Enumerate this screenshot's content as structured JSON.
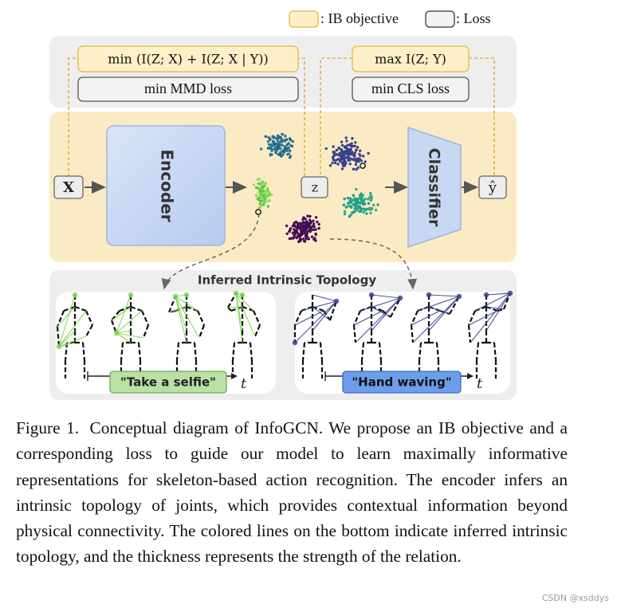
{
  "legend": {
    "ib_label": ": IB objective",
    "loss_label": ": Loss"
  },
  "objectives": {
    "min_formula": "min (I(Z; X) + I(Z; X | Y))",
    "max_formula": "max I(Z; Y)",
    "mmd_loss": "min MMD loss",
    "cls_loss": "min CLS loss"
  },
  "pipeline": {
    "input": "X",
    "encoder": "Encoder",
    "latent": "z",
    "classifier": "Classifier",
    "output": "ŷ"
  },
  "topology": {
    "title": "Inferred Intrinsic Topology",
    "left_action": "\"Take a selfie\"",
    "right_action": "\"Hand waving\"",
    "time_symbol": "t"
  },
  "caption": {
    "label": "Figure 1.",
    "text": "Conceptual diagram of InfoGCN. We propose an IB objective and a corresponding loss to guide our model to learn maximally informative representations for skeleton-based action recognition. The encoder infers an intrinsic topology of joints, which provides contextual information beyond physical connectivity. The colored lines on the bottom indicate inferred intrinsic topology, and the thickness represents the strength of the relation."
  },
  "watermark": "CSDN @xsddys",
  "colors": {
    "ib_fill": "#fdf0c8",
    "ib_border": "#e6bf5a",
    "loss_fill": "#f3f3f3",
    "loss_border": "#555555",
    "band_fill": "#fbebc4",
    "panel_fill": "#eeeeee",
    "encoder_fill": "#c8d8f2",
    "classifier_fill": "#c8d8f2",
    "selfie_green": "#7dd44f",
    "wave_blue": "#3a3f8f",
    "selfie_tag_fill": "#b9e0a5",
    "wave_tag_fill": "#6d9eeb"
  },
  "icons": [
    "arrow-right-icon",
    "dashed-arrow-icon",
    "skeleton-icon"
  ]
}
